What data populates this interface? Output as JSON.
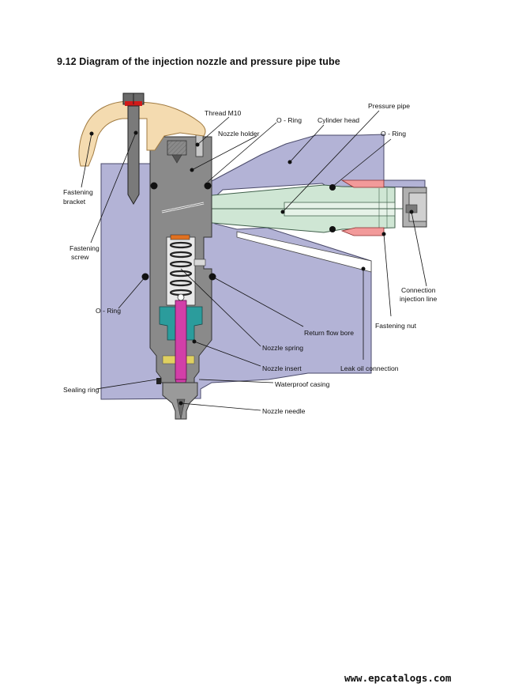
{
  "title": "9.12 Diagram of the injection nozzle and pressure pipe tube",
  "labels": {
    "thread_m10": "Thread M10",
    "o_ring_top": "O - Ring",
    "cylinder_head": "Cylinder head",
    "pressure_pipe": "Pressure pipe",
    "nozzle_holder": "Nozzle holder",
    "o_ring_right": "O - Ring",
    "fastening_bracket_1": "Fastening",
    "fastening_bracket_2": "bracket",
    "fastening_screw_1": "Fastening",
    "fastening_screw_2": "screw",
    "o_ring_left": "O - Ring",
    "connection_line_1": "Connection",
    "connection_line_2": "injection line",
    "fastening_nut": "Fastening nut",
    "return_flow_bore": "Return flow bore",
    "nozzle_spring": "Nozzle spring",
    "nozzle_insert": "Nozzle insert",
    "leak_oil_connection": "Leak oil connection",
    "sealing_ring": "Sealing ring",
    "waterproof_casing": "Waterproof casing",
    "nozzle_needle": "Nozzle needle"
  },
  "colors": {
    "cylinder_head": "#b3b3d6",
    "nozzle_holder": "#808080",
    "pressure_pipe": "#cfe6d4",
    "bracket": "#f4dbb0",
    "fastening_nut": "#f29a9a",
    "nozzle_needle": "#d23fa8",
    "nozzle_insert": "#2b9c9c",
    "spring_chamber": "#e8e8e8"
  },
  "footer": {
    "url": "www.epcatalogs.com"
  }
}
